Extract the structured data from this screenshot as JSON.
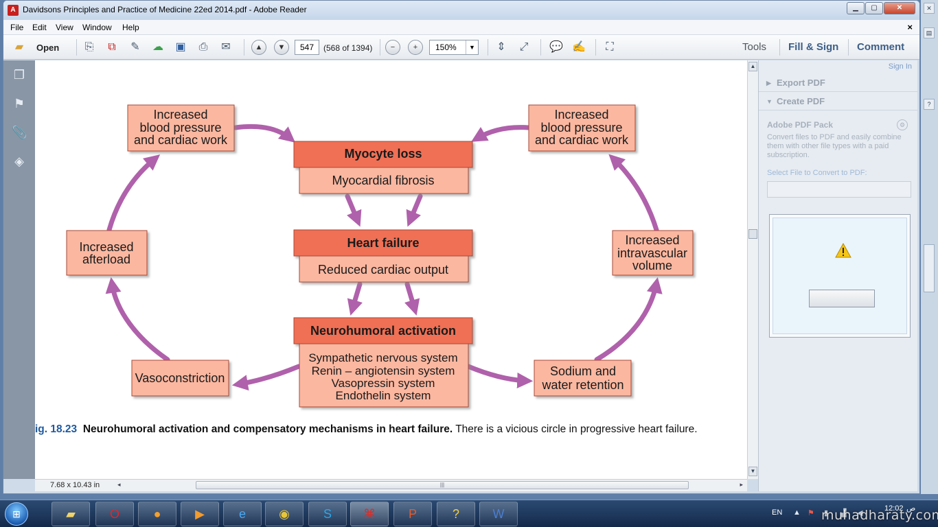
{
  "window": {
    "title": "Davidsons Principles and Practice of Medicine 22ed 2014.pdf - Adobe Reader",
    "app_icon_glyph": "A"
  },
  "menu": {
    "items": [
      "File",
      "Edit",
      "View",
      "Window",
      "Help"
    ],
    "close_glyph": "×"
  },
  "toolbar": {
    "open_label": "Open",
    "page_number": "547",
    "page_count": "(568 of 1394)",
    "zoom": "150%",
    "tabs": {
      "tools": "Tools",
      "fill_sign": "Fill & Sign",
      "comment": "Comment"
    }
  },
  "right_panel": {
    "sign_in": "Sign In",
    "export_pdf": "Export PDF",
    "create_pdf": "Create PDF",
    "pack_title": "Adobe PDF Pack",
    "pack_desc": "Convert files to PDF and easily combine them with other file types with a paid subscription.",
    "select_label": "Select File to Convert to PDF:"
  },
  "status": {
    "page_size": "7.68 x 10.43 in"
  },
  "colors": {
    "box_dark": "#f07054",
    "box_light": "#fbb7a0",
    "arrow": "#b061ab",
    "caption_blue": "#1e5aa0"
  },
  "figure": {
    "center": {
      "myocyte_loss": "Myocyte loss",
      "myocardial_fibrosis": "Myocardial fibrosis",
      "heart_failure": "Heart failure",
      "reduced_output": "Reduced cardiac output",
      "neuro_activation": "Neurohumoral activation",
      "systems": [
        "Sympathetic nervous system",
        "Renin – angiotensin system",
        "Vasopressin system",
        "Endothelin system"
      ]
    },
    "left_top": [
      "Increased",
      "blood pressure",
      "and cardiac work"
    ],
    "right_top": [
      "Increased",
      "blood pressure",
      "and cardiac work"
    ],
    "left_mid": [
      "Increased",
      "afterload"
    ],
    "right_mid": [
      "Increased",
      "intravascular",
      "volume"
    ],
    "left_bottom": [
      "Vasoconstriction"
    ],
    "right_bottom": [
      "Sodium and",
      "water retention"
    ],
    "caption": {
      "number": "ig. 18.23",
      "title": "Neurohumoral activation and compensatory mechanisms in heart failure.",
      "text": "There is a vicious circle in progressive heart failure."
    }
  },
  "taskbar": {
    "language": "EN",
    "time": "12:02",
    "ampm": "ص"
  },
  "watermark": "muhadharaty.com"
}
